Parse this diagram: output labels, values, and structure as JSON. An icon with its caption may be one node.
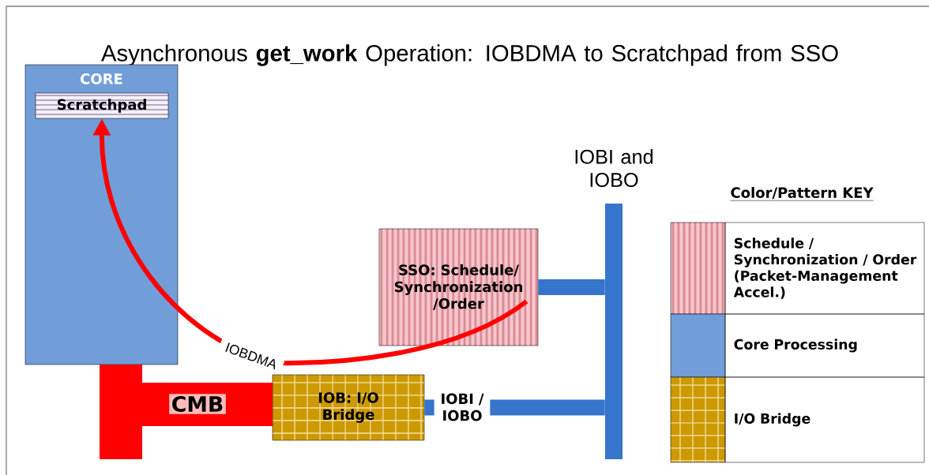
{
  "diagram": {
    "title": "Asynchronous **get_work** Operation:  IOBDMA to Scratchpad from SSO",
    "nodes": [
      {
        "text": [
          "CORE"
        ]
      },
      {
        "text": [
          "Scratchpad"
        ],
        "in": 0
      },
      {
        "text": [
          "SSO:  Schedule/ Synchronization /Order"
        ]
      },
      {
        "text": [
          "IOB: I/O Bridge"
        ]
      },
      {
        "text": [
          "CMB"
        ]
      },
      {
        "text": [
          "IOBI and IOBO"
        ]
      }
    ],
    "edges": [
      {
        "from": 2,
        "to": 1,
        "arrow": "to",
        "label": "IOBDMA",
        "color": "#ff0000"
      },
      {
        "from": 2,
        "to": 5,
        "arrow": "none"
      },
      {
        "from": 3,
        "to": 5,
        "arrow": "none",
        "label": "IOBI / IOBO"
      }
    ],
    "labels": [
      "Color/Pattern  KEY"
    ],
    "legend": [
      {
        "text": "Schedule / Synchronization / Order (Packet-Management Accel.)",
        "color": "#f7c6cc"
      },
      {
        "text": "Core Processing",
        "color": "#719ed9"
      },
      {
        "text": "I/O Bridge",
        "color": "#cc9900"
      }
    ]
  }
}
